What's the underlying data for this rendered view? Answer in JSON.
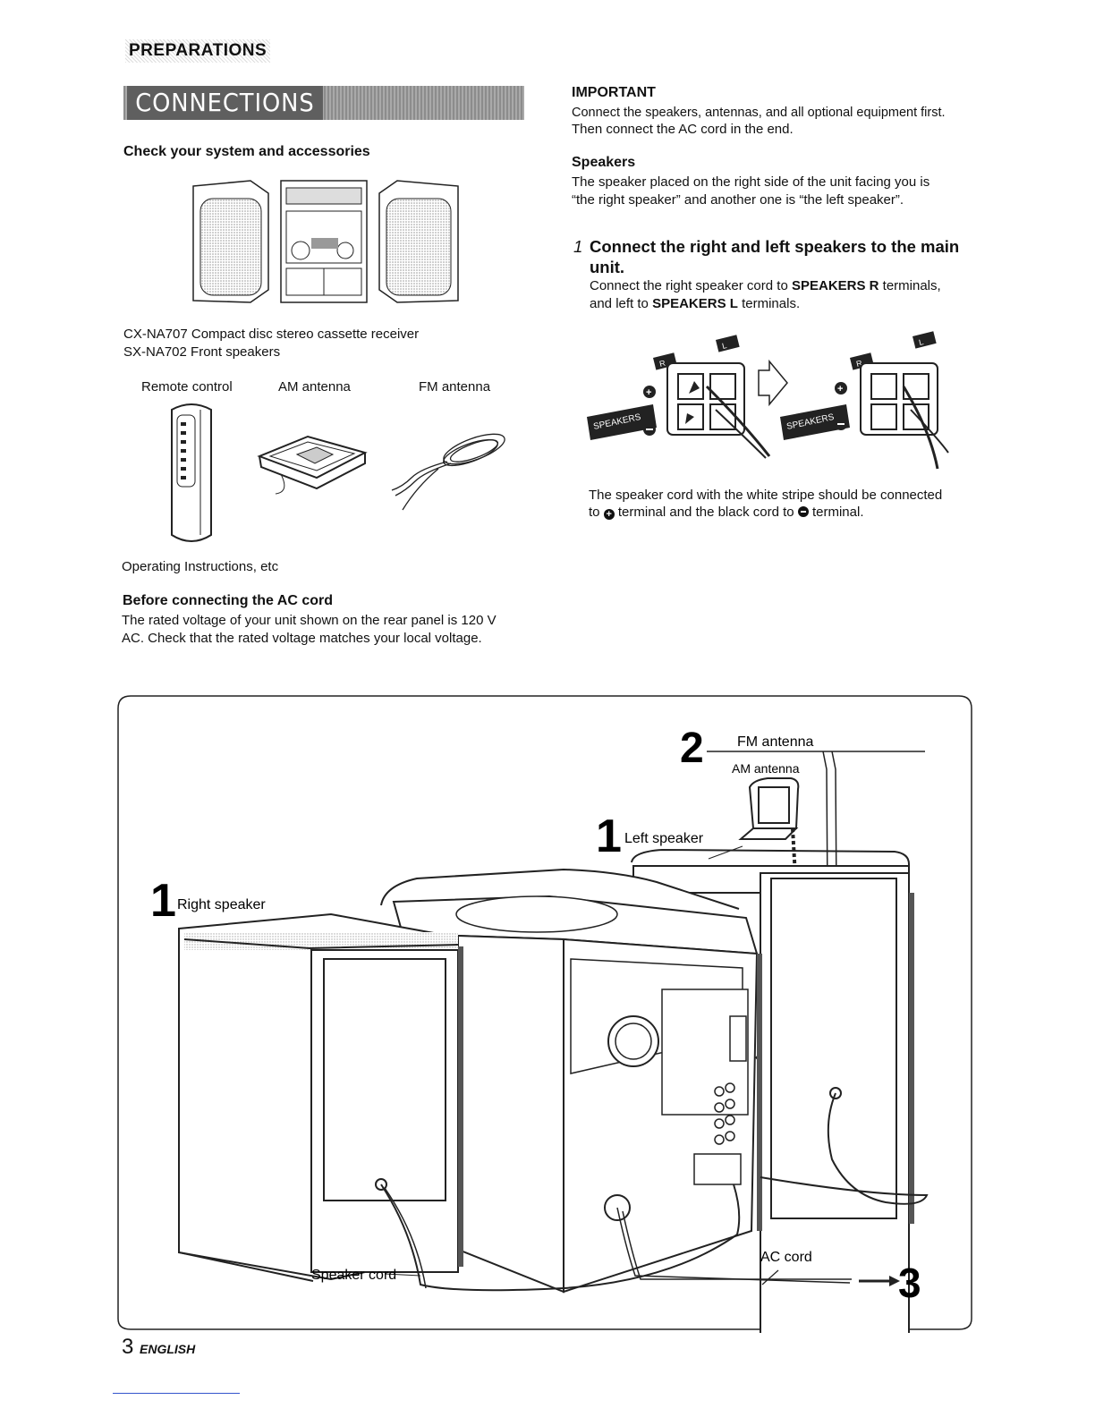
{
  "section_label": "PREPARATIONS",
  "banner_title": "CONNECTIONS",
  "left": {
    "check_heading": "Check your system and accessories",
    "receiver_line": "CX-NA707 Compact disc stereo cassette receiver",
    "speakers_line": "SX-NA702 Front speakers",
    "accessories": [
      "Remote control",
      "AM antenna",
      "FM antenna"
    ],
    "operating_line": "Operating Instructions, etc",
    "ac_heading": "Before connecting the AC cord",
    "ac_text_1": "The rated voltage of your unit shown on the rear panel is 120 V",
    "ac_text_2": "AC. Check that the rated voltage matches your local voltage."
  },
  "right": {
    "important_heading": "IMPORTANT",
    "important_1": "Connect the speakers, antennas, and all optional equipment first.",
    "important_2": "Then connect the AC cord in the end.",
    "speakers_heading": "Speakers",
    "speakers_1": "The speaker placed on the right side of the unit facing you is",
    "speakers_2": "“the right speaker” and another one is “the left speaker”.",
    "step_number": "1",
    "step_title_1": "Connect the right and left speakers to the main",
    "step_title_2": "unit.",
    "step_text_1a": "Connect the right speaker cord to ",
    "step_text_1b": "SPEAKERS R",
    "step_text_1c": " terminals,",
    "step_text_2a": "and left to ",
    "step_text_2b": "SPEAKERS L",
    "step_text_2c": " terminals.",
    "terminal_label": "SPEAKERS",
    "terminal_r": "R",
    "terminal_l": "L",
    "cord_1": "The speaker cord with the white stripe should be connected",
    "cord_2a": "to ",
    "cord_2b": " terminal and the black cord to ",
    "cord_2c": " terminal."
  },
  "diagram": {
    "num_two": "2",
    "fm_antenna": "FM antenna",
    "am_antenna": "AM antenna",
    "num_one": "1",
    "left_speaker": "Left speaker",
    "right_speaker": "Right speaker",
    "speaker_cord": "Speaker cord",
    "ac_cord": "AC cord",
    "num_three": "3"
  },
  "footer": {
    "page_number": "3",
    "language": "ENGLISH"
  }
}
